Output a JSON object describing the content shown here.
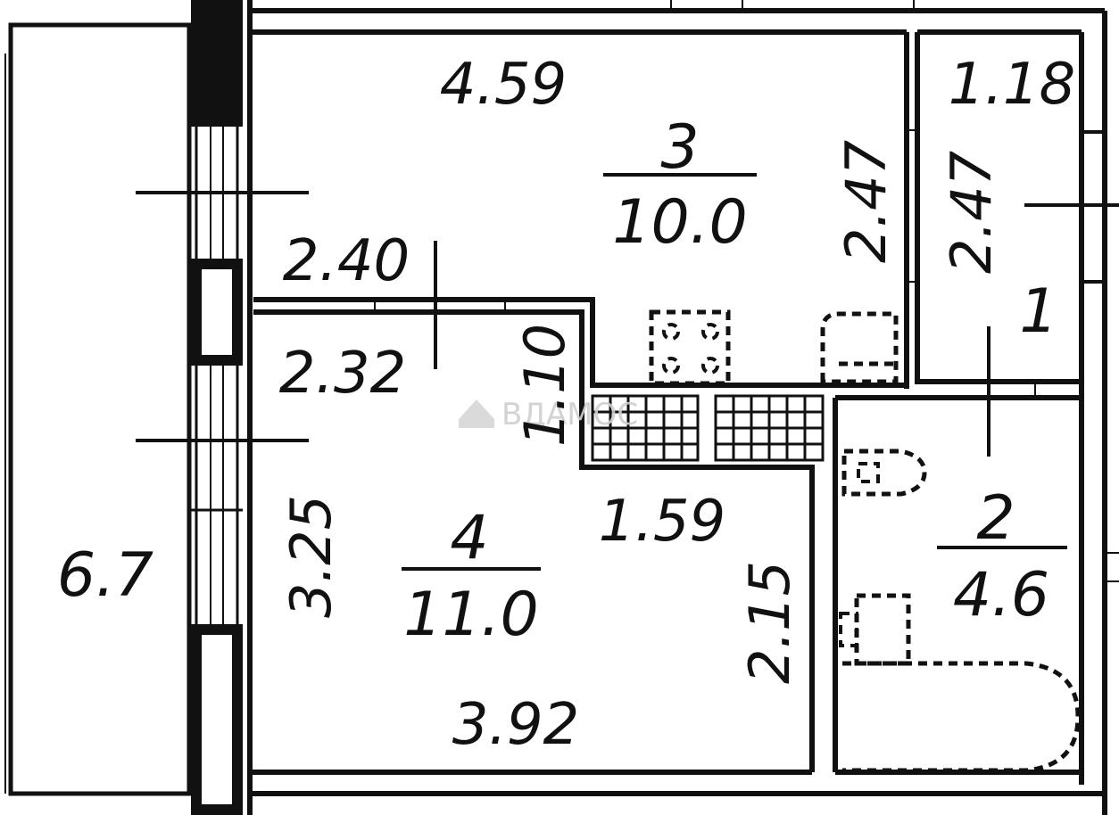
{
  "watermark": "ВДАМОС",
  "rooms": [
    {
      "id": "kitchen",
      "number": "3",
      "area": "10.0"
    },
    {
      "id": "living",
      "number": "4",
      "area": "11.0"
    },
    {
      "id": "bathroom",
      "number": "2",
      "area": "4.6"
    },
    {
      "id": "hall",
      "number": "1"
    }
  ],
  "balcony": {
    "area": "6.7"
  },
  "dimensions": {
    "kitchen_width": "4.59",
    "kitchen_height": "2.47",
    "hall_width": "1.18",
    "hall_height": "2.47",
    "corridor_width": "2.40",
    "living_top_width": "2.32",
    "living_step": "1.10",
    "living_left_height": "3.25",
    "living_inner_width": "1.59",
    "living_right_height": "2.15",
    "living_bottom_width": "3.92"
  }
}
